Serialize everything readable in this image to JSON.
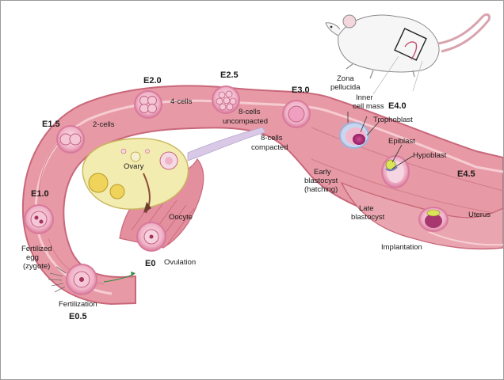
{
  "figure": {
    "stages": {
      "e0": "E0",
      "e05": "E0.5",
      "e10": "E1.0",
      "e15": "E1.5",
      "e20": "E2.0",
      "e25": "E2.5",
      "e30": "E3.0",
      "e40": "E4.0",
      "e45": "E4.5"
    },
    "labels": {
      "fertilized_1": "Fertilized",
      "fertilized_2": "egg",
      "fertilized_3": "(zygote)",
      "fertilization": "Fertilization",
      "two_cells": "2-cells",
      "four_cells": "4-cells",
      "eight_uncomp_1": "8-cells",
      "eight_uncomp_2": "uncompacted",
      "eight_comp_1": "8-cells",
      "eight_comp_2": "compacted",
      "ovary": "Ovary",
      "oocyte": "Oocyte",
      "ovulation": "Ovulation",
      "zona_1": "Zona",
      "zona_2": "pellucida",
      "icm_1": "Inner",
      "icm_2": "cell mass",
      "trophoblast": "Trophoblast",
      "epiblast": "Epiblast",
      "hypoblast": "Hypoblast",
      "early_blast_1": "Early",
      "early_blast_2": "blastocyst",
      "early_blast_3": "(hatching)",
      "late_blast_1": "Late",
      "late_blast_2": "blastocyst",
      "implantation": "Implantation",
      "uterus": "Uterus"
    }
  },
  "colors": {
    "tube": "#e79aa5",
    "tube_dark": "#c9677a",
    "lumen": "#f4c6cc",
    "embryo_ring": "#d97a9c",
    "embryo_fill": "#f3c3d4",
    "ovary": "#f3ecb0",
    "icm": "#b0327a",
    "epiblast": "#dce45a",
    "zona": "#b9c8e6"
  }
}
